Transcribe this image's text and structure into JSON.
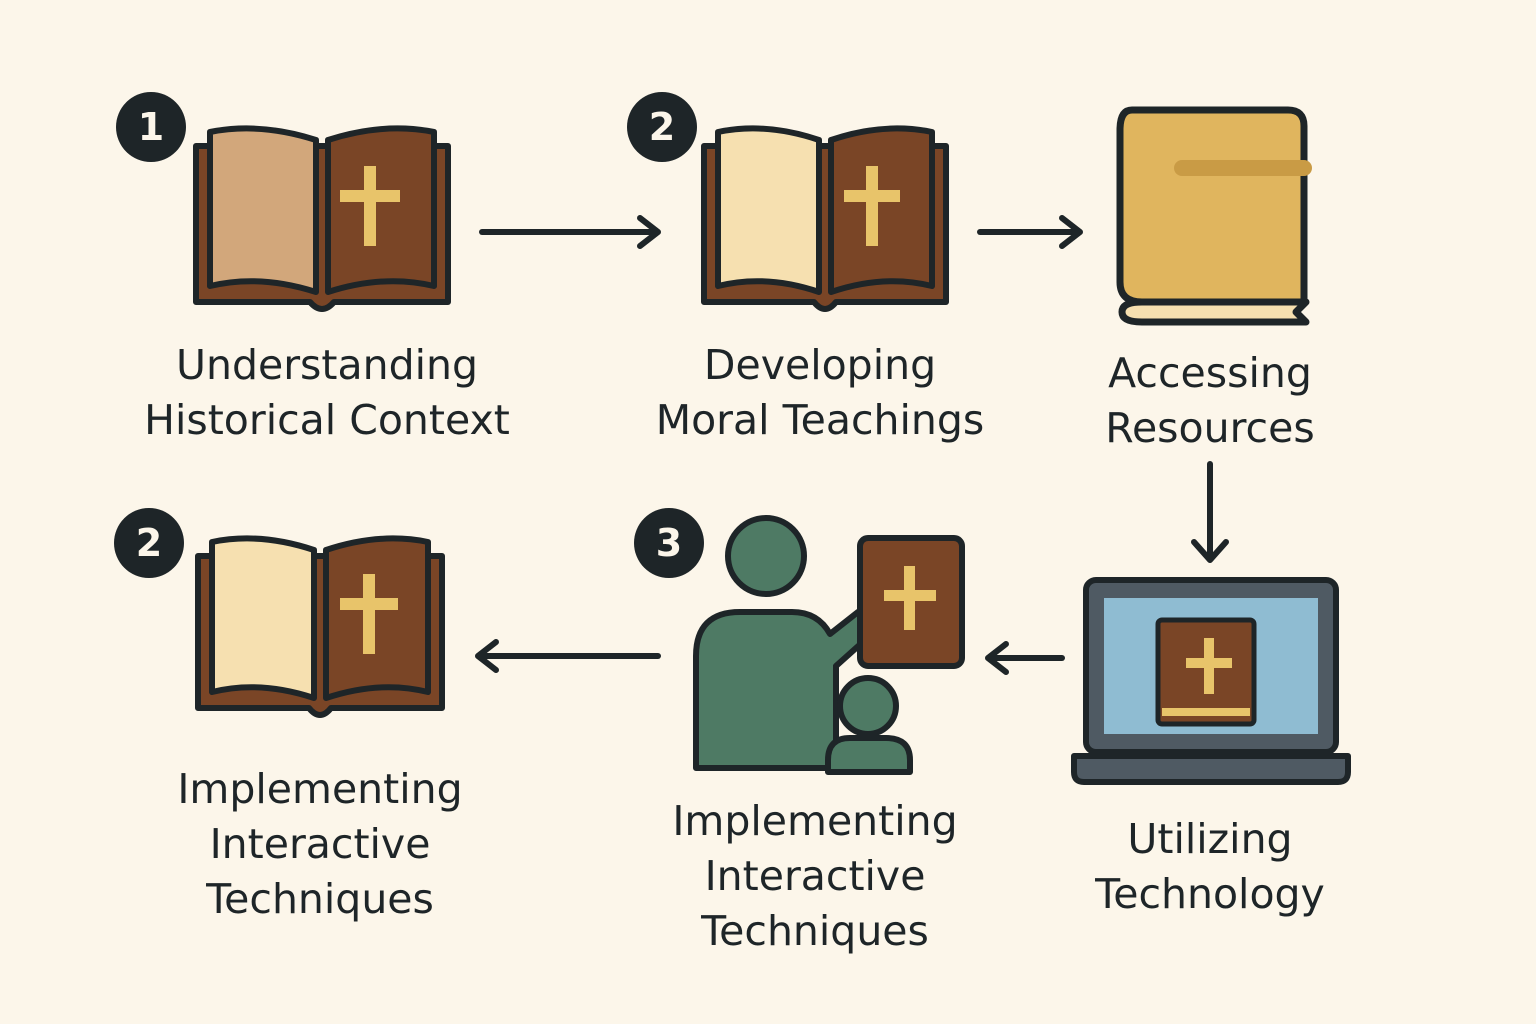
{
  "steps": [
    {
      "badge": "1",
      "lines": [
        "Understanding",
        "Historical Context"
      ]
    },
    {
      "badge": "2",
      "lines": [
        "Developing",
        "Moral Teachings"
      ]
    },
    {
      "badge": "",
      "lines": [
        "Accessing",
        "Resources"
      ]
    },
    {
      "badge": "",
      "lines": [
        "Utilizing",
        "Technology"
      ]
    },
    {
      "badge": "3",
      "lines": [
        "Implementing",
        "Interactive",
        "Techniques"
      ]
    },
    {
      "badge": "2",
      "lines": [
        "Implementing",
        "Interactive",
        "Techniques"
      ]
    }
  ],
  "icons": [
    "open-bible-icon",
    "open-bible-icon",
    "closed-book-icon",
    "laptop-bible-icon",
    "teacher-student-icon",
    "open-bible-icon"
  ],
  "colors": {
    "background": "#fcf6ea",
    "outline": "#1e2528",
    "book_brown": "#7a4526",
    "page_tan": "#d2a77b",
    "page_cream": "#f6e0b0",
    "cross_gold": "#e8c46a",
    "book_gold": "#e0b55e",
    "person_green": "#4e7a64",
    "screen_blue": "#8fbcd2",
    "laptop_gray": "#4f5a63"
  }
}
